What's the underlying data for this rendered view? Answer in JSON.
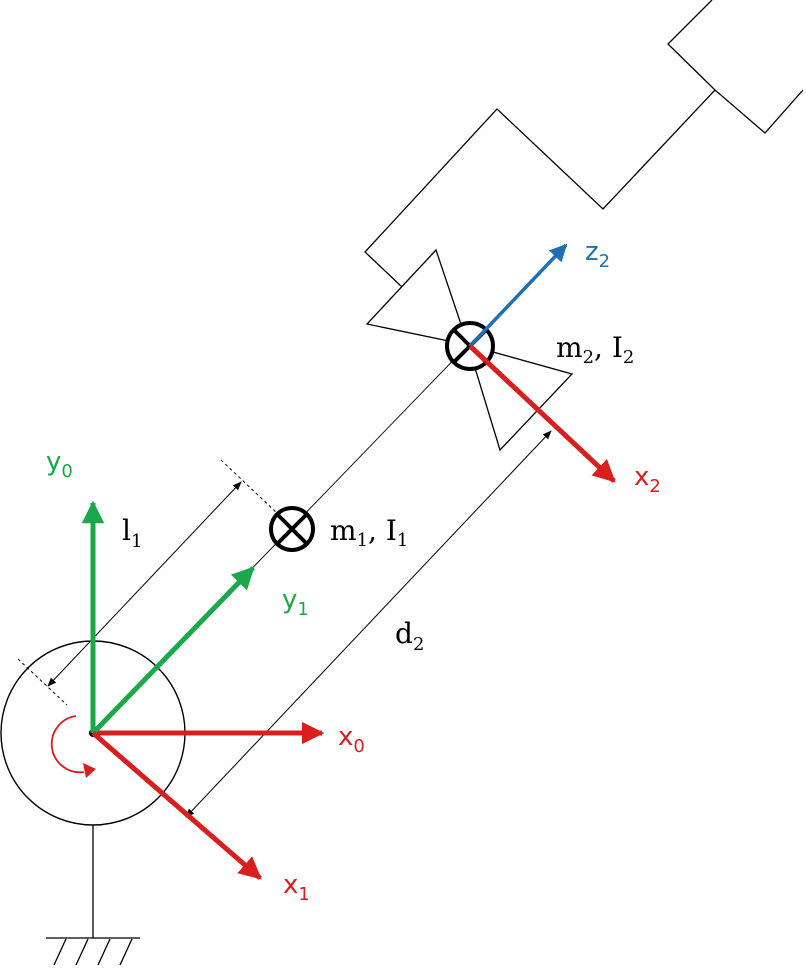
{
  "frames": {
    "y0": {
      "base": "y",
      "sub": "0",
      "color": "#1aa84a"
    },
    "x0": {
      "base": "x",
      "sub": "0",
      "color": "#d81e1e"
    },
    "y1": {
      "base": "y",
      "sub": "1",
      "color": "#1aa84a"
    },
    "x1": {
      "base": "x",
      "sub": "1",
      "color": "#d81e1e"
    },
    "z2": {
      "base": "z",
      "sub": "2",
      "color": "#1f6fb4"
    },
    "x2": {
      "base": "x",
      "sub": "2",
      "color": "#d81e1e"
    }
  },
  "masses": {
    "link1": {
      "m": "m",
      "m_sub": "1",
      "sep": ", ",
      "I": "I",
      "I_sub": "1"
    },
    "link2": {
      "m": "m",
      "m_sub": "2",
      "sep": ", ",
      "I": "I",
      "I_sub": "2"
    }
  },
  "dimensions": {
    "l1": {
      "base": "l",
      "sub": "1"
    },
    "d2": {
      "base": "d",
      "sub": "2"
    }
  },
  "colors": {
    "ink": "#000000",
    "green": "#1aa84a",
    "red": "#d81e1e",
    "blue": "#1f6fb4"
  }
}
